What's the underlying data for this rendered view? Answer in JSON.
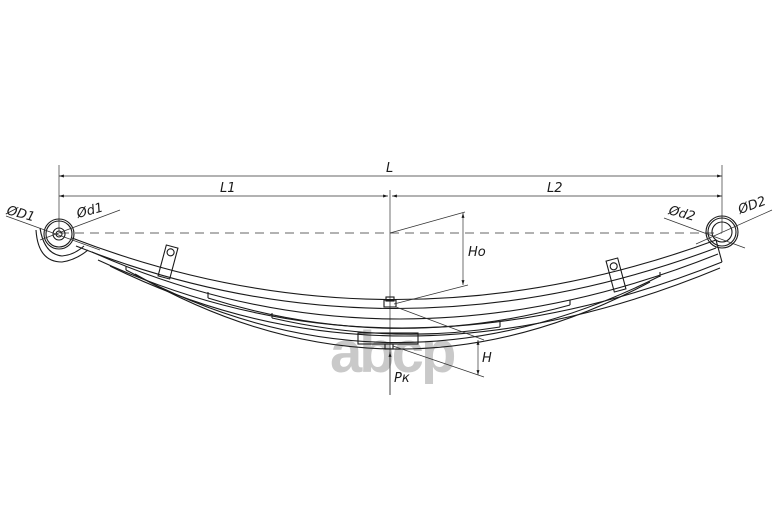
{
  "drawing": {
    "subject": "leaf spring",
    "labels": {
      "total_length": "L",
      "length_left": "L1",
      "length_right": "L2",
      "eye_outer_left": "ØD1",
      "eye_inner_left": "Ød1",
      "eye_outer_right": "ØD2",
      "eye_inner_right": "Ød2",
      "free_camber": "Ho",
      "loaded_height": "H",
      "load": "Pк"
    },
    "watermark": "abcp",
    "colors": {
      "line": "#1a1a1a",
      "watermark": "#c9c9c9",
      "background": "#ffffff"
    }
  }
}
